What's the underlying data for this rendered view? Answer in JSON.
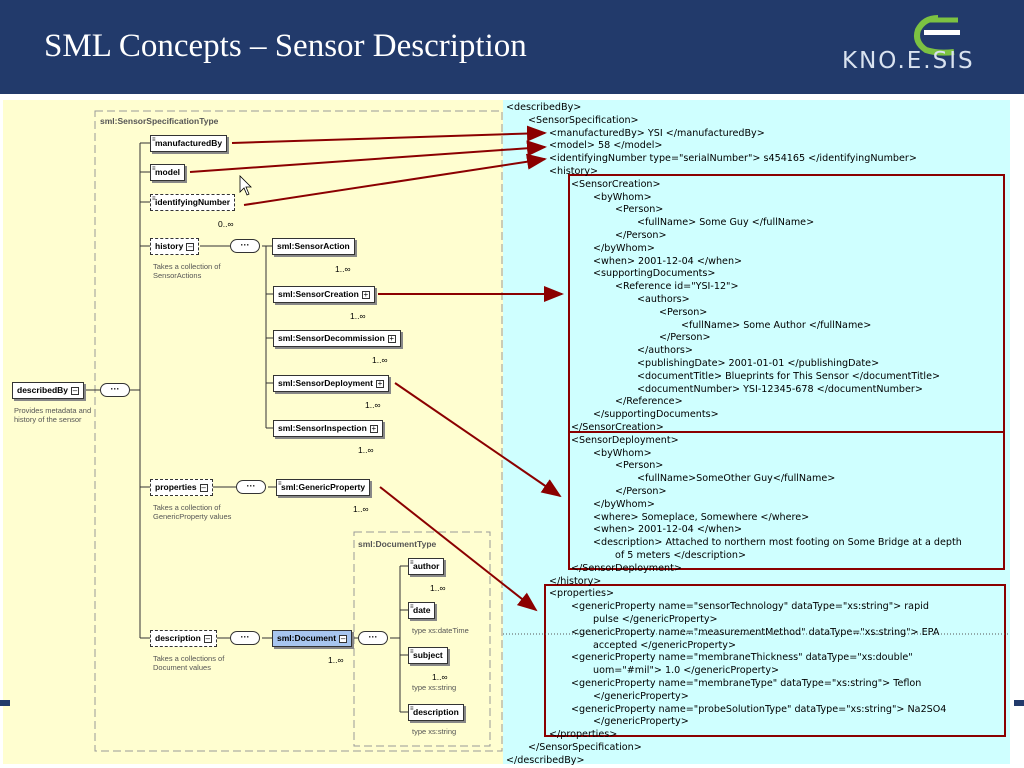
{
  "header": {
    "title": "SML Concepts – Sensor Description",
    "logo_text": "KNO.E.SIS"
  },
  "colors": {
    "header_bg": "#223a6b",
    "diagram_bg": "#fffed0",
    "xml_bg": "#cfffff",
    "highlight": "#8b0000"
  },
  "diagram": {
    "group_sensor_spec": "sml:SensorSpecificationType",
    "group_document": "sml:DocumentType",
    "root": {
      "label": "describedBy",
      "note": "Provides metadata and\nhistory of the sensor"
    },
    "manufacturedBy": "manufacturedBy",
    "model": "model",
    "identifyingNumber": {
      "label": "identifyingNumber",
      "card": "0..∞"
    },
    "history": {
      "label": "history",
      "note": "Takes a collection of\nSensorActions"
    },
    "sensorAction": {
      "label": "sml:SensorAction",
      "card": "1..∞"
    },
    "sensorCreation": {
      "label": "sml:SensorCreation",
      "card": "1..∞"
    },
    "sensorDecommission": {
      "label": "sml:SensorDecommission",
      "card": "1..∞"
    },
    "sensorDeployment": {
      "label": "sml:SensorDeployment",
      "card": "1..∞"
    },
    "sensorInspection": {
      "label": "sml:SensorInspection",
      "card": "1..∞"
    },
    "properties": {
      "label": "properties",
      "note": "Takes a collection of\nGenericProperty values"
    },
    "genericProperty": {
      "label": "sml:GenericProperty",
      "card": "1..∞"
    },
    "description": {
      "label": "description",
      "note": "Takes a collections of\nDocument values"
    },
    "document": {
      "label": "sml:Document",
      "card": "1..∞"
    },
    "author": {
      "label": "author",
      "card": "1..∞"
    },
    "date": {
      "label": "date",
      "note": "type xs:dateTime"
    },
    "subject": {
      "label": "subject",
      "card": "1..∞",
      "note": "type xs:string"
    },
    "desc": {
      "label": "description",
      "note": "type xs:string"
    }
  },
  "xml_lines": [
    "<describedBy>",
    "<SensorSpecification>",
    "<manufacturedBy> YSI </manufacturedBy>",
    "<model> 58 </model>",
    "<identifyingNumber type=\"serialNumber\"> s454165 </identifyingNumber>",
    "<history>",
    "<SensorCreation>",
    "<byWhom>",
    "<Person>",
    "<fullName> Some Guy </fullName>",
    "</Person>",
    "</byWhom>",
    "<when> 2001-12-04 </when>",
    "<supportingDocuments>",
    "<Reference id=\"YSI-12\">",
    "<authors>",
    "<Person>",
    "<fullName> Some Author </fullName>",
    "</Person>",
    "</authors>",
    "<publishingDate> 2001-01-01 </publishingDate>",
    "<documentTitle> Blueprints for This Sensor </documentTitle>",
    "<documentNumber> YSI-12345-678 </documentNumber>",
    "</Reference>",
    "</supportingDocuments>",
    "</SensorCreation>",
    "<SensorDeployment>",
    "<byWhom>",
    "<Person>",
    "<fullName>SomeOther Guy</fullName>",
    "</Person>",
    "</byWhom>",
    "<where> Someplace, Somewhere </where>",
    "<when> 2001-12-04 </when>",
    "<description> Attached to northern most footing on Some Bridge at a depth",
    "of 5 meters </description>",
    "</SensorDeployment>",
    "</history>",
    "<properties>",
    "<genericProperty name=\"sensorTechnology\" dataType=\"xs:string\"> rapid",
    "pulse </genericProperty>",
    "<genericProperty name=\"measurementMethod\" dataType=\"xs:string\"> EPA",
    "accepted </genericProperty>",
    "<genericProperty name=\"membraneThickness\" dataType=\"xs:double\"",
    "uom=\"#mil\"> 1.0 </genericProperty>",
    "<genericProperty name=\"membraneType\" dataType=\"xs:string\"> Teflon",
    "</genericProperty>",
    "<genericProperty name=\"probeSolutionType\" dataType=\"xs:string\"> Na2SO4",
    "</genericProperty>",
    "</properties>",
    "</SensorSpecification>",
    "</describedBy>"
  ]
}
